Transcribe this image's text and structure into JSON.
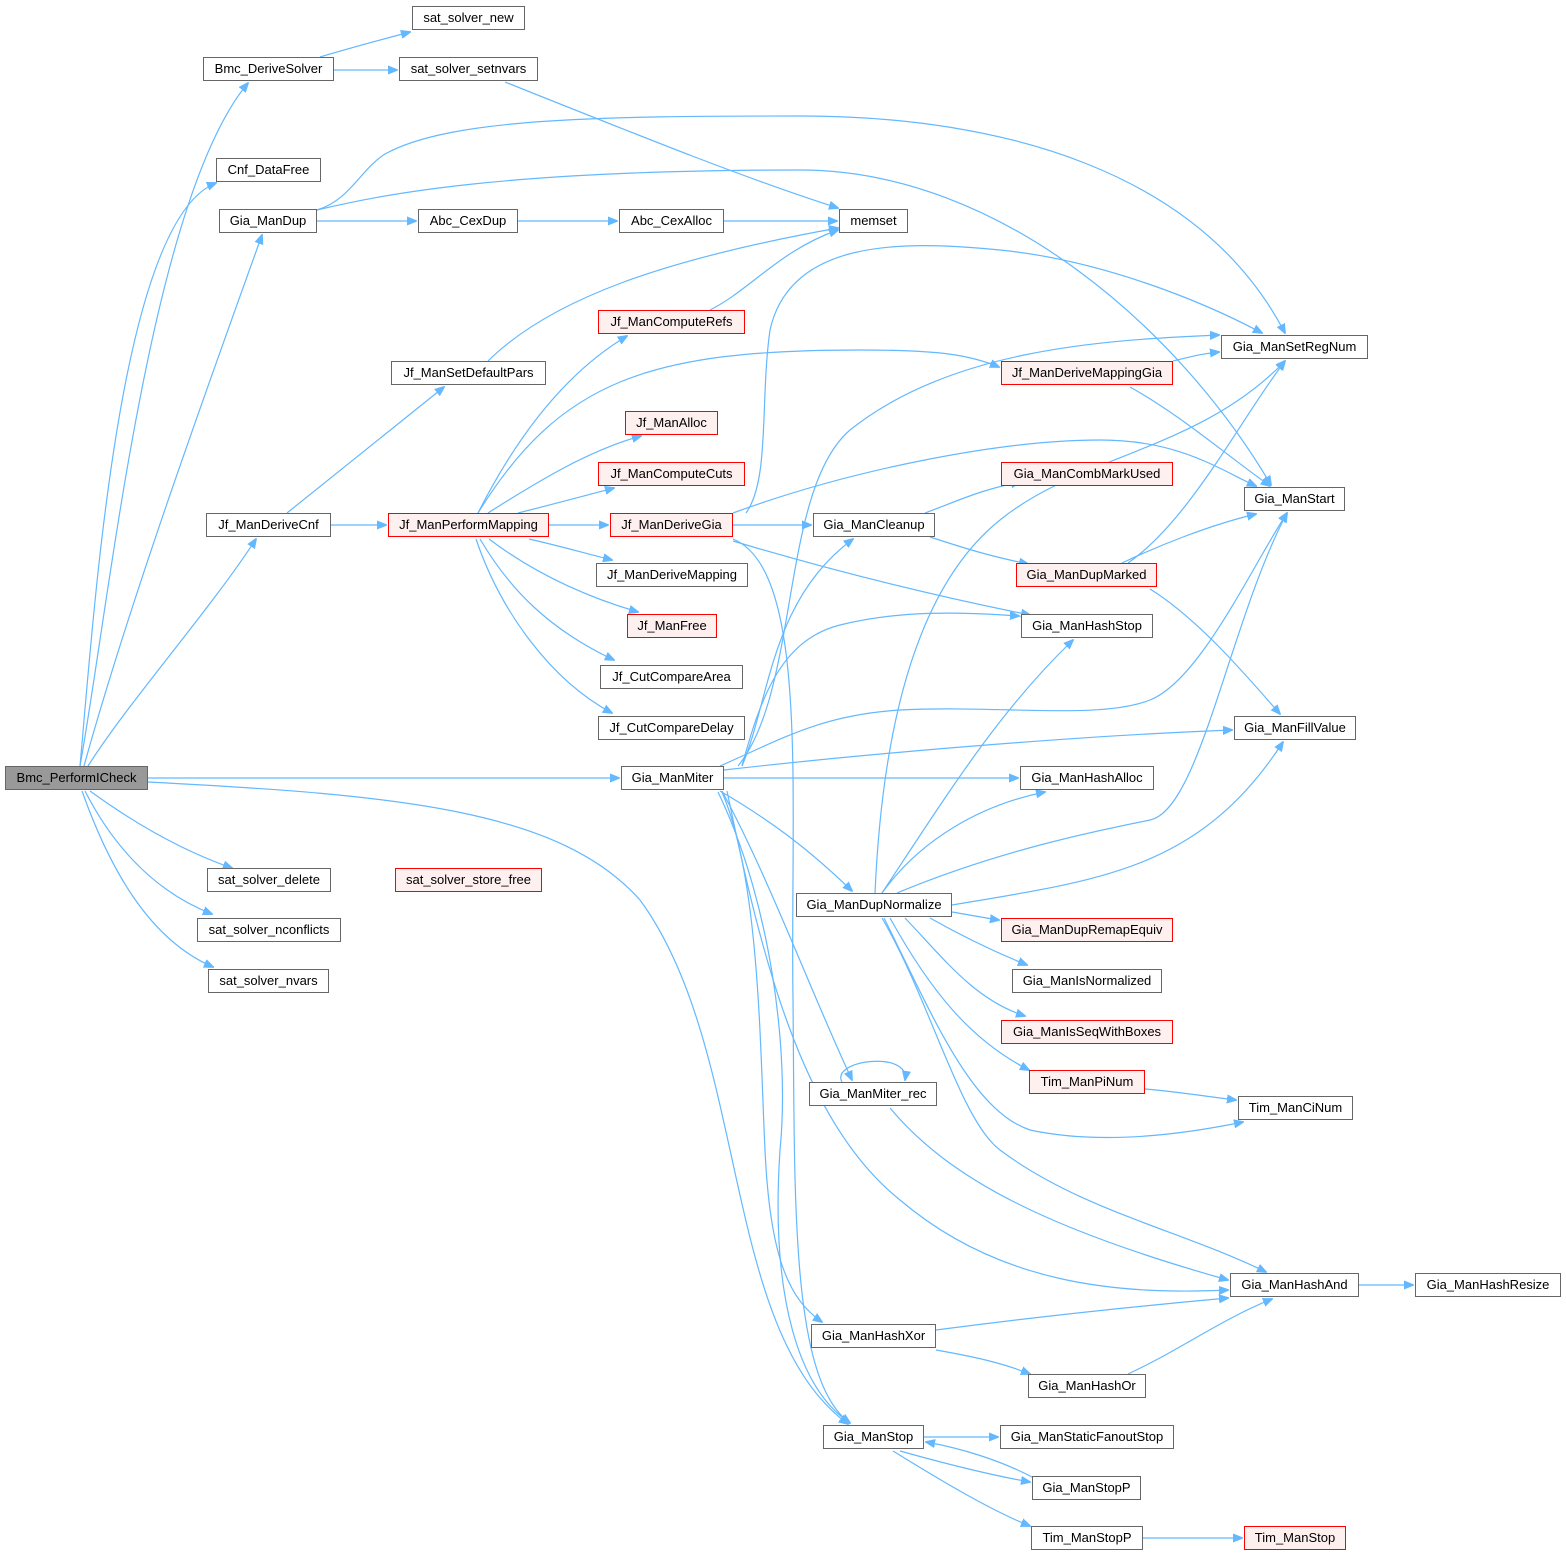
{
  "colors": {
    "edge": "#63b8ff",
    "node_border": "#666666",
    "node_fill": "#ffffff",
    "truncated_border": "#ff0000",
    "truncated_fill": "#fff0f0",
    "root_fill": "#999999"
  },
  "nodes": {
    "bmc_performicheck": "Bmc_PerformICheck",
    "bmc_derivesolver": "Bmc_DeriveSolver",
    "sat_solver_new": "sat_solver_new",
    "sat_solver_setnvars": "sat_solver_setnvars",
    "cnf_datafree": "Cnf_DataFree",
    "gia_mandup": "Gia_ManDup",
    "abc_cexdup": "Abc_CexDup",
    "abc_cexalloc": "Abc_CexAlloc",
    "memset": "memset",
    "jf_mancomputerefs": "Jf_ManComputeRefs",
    "gia_mansetregnum": "Gia_ManSetRegNum",
    "jf_mansetdefaultpars": "Jf_ManSetDefaultPars",
    "jf_manderivemappinggia": "Jf_ManDeriveMappingGia",
    "jf_manalloc": "Jf_ManAlloc",
    "jf_mancomputecuts": "Jf_ManComputeCuts",
    "gia_mancombmarkused": "Gia_ManCombMarkUsed",
    "gia_manstart": "Gia_ManStart",
    "jf_manderivecnf": "Jf_ManDeriveCnf",
    "jf_manperformmapping": "Jf_ManPerformMapping",
    "jf_manderivegia": "Jf_ManDeriveGia",
    "gia_mancleanup": "Gia_ManCleanup",
    "jf_manderivemapping": "Jf_ManDeriveMapping",
    "gia_mandupmarked": "Gia_ManDupMarked",
    "jf_manfree": "Jf_ManFree",
    "gia_manhashstop": "Gia_ManHashStop",
    "jf_cutcomparearea": "Jf_CutCompareArea",
    "jf_cutcomparedelay": "Jf_CutCompareDelay",
    "gia_manfillvalue": "Gia_ManFillValue",
    "gia_manmiter": "Gia_ManMiter",
    "gia_manhashalloc": "Gia_ManHashAlloc",
    "sat_solver_delete": "sat_solver_delete",
    "sat_solver_store_free": "sat_solver_store_free",
    "gia_mandupnormalize": "Gia_ManDupNormalize",
    "gia_manduprenapequiv": "Gia_ManDupRemapEquiv",
    "sat_solver_nconflicts": "sat_solver_nconflicts",
    "gia_manisnormalized": "Gia_ManIsNormalized",
    "sat_solver_nvars": "sat_solver_nvars",
    "gia_manisseqwithboxes": "Gia_ManIsSeqWithBoxes",
    "tim_manpinum": "Tim_ManPiNum",
    "gia_manmiter_rec": "Gia_ManMiter_rec",
    "tim_mancinum": "Tim_ManCiNum",
    "gia_manhashand": "Gia_ManHashAnd",
    "gia_manhashresize": "Gia_ManHashResize",
    "gia_manhashxor": "Gia_ManHashXor",
    "gia_manhashor": "Gia_ManHashOr",
    "gia_manstop": "Gia_ManStop",
    "gia_manstaticfanoutstop": "Gia_ManStaticFanoutStop",
    "gia_manstopp": "Gia_ManStopP",
    "tim_manstopp": "Tim_ManStopP",
    "tim_manstop": "Tim_ManStop"
  }
}
